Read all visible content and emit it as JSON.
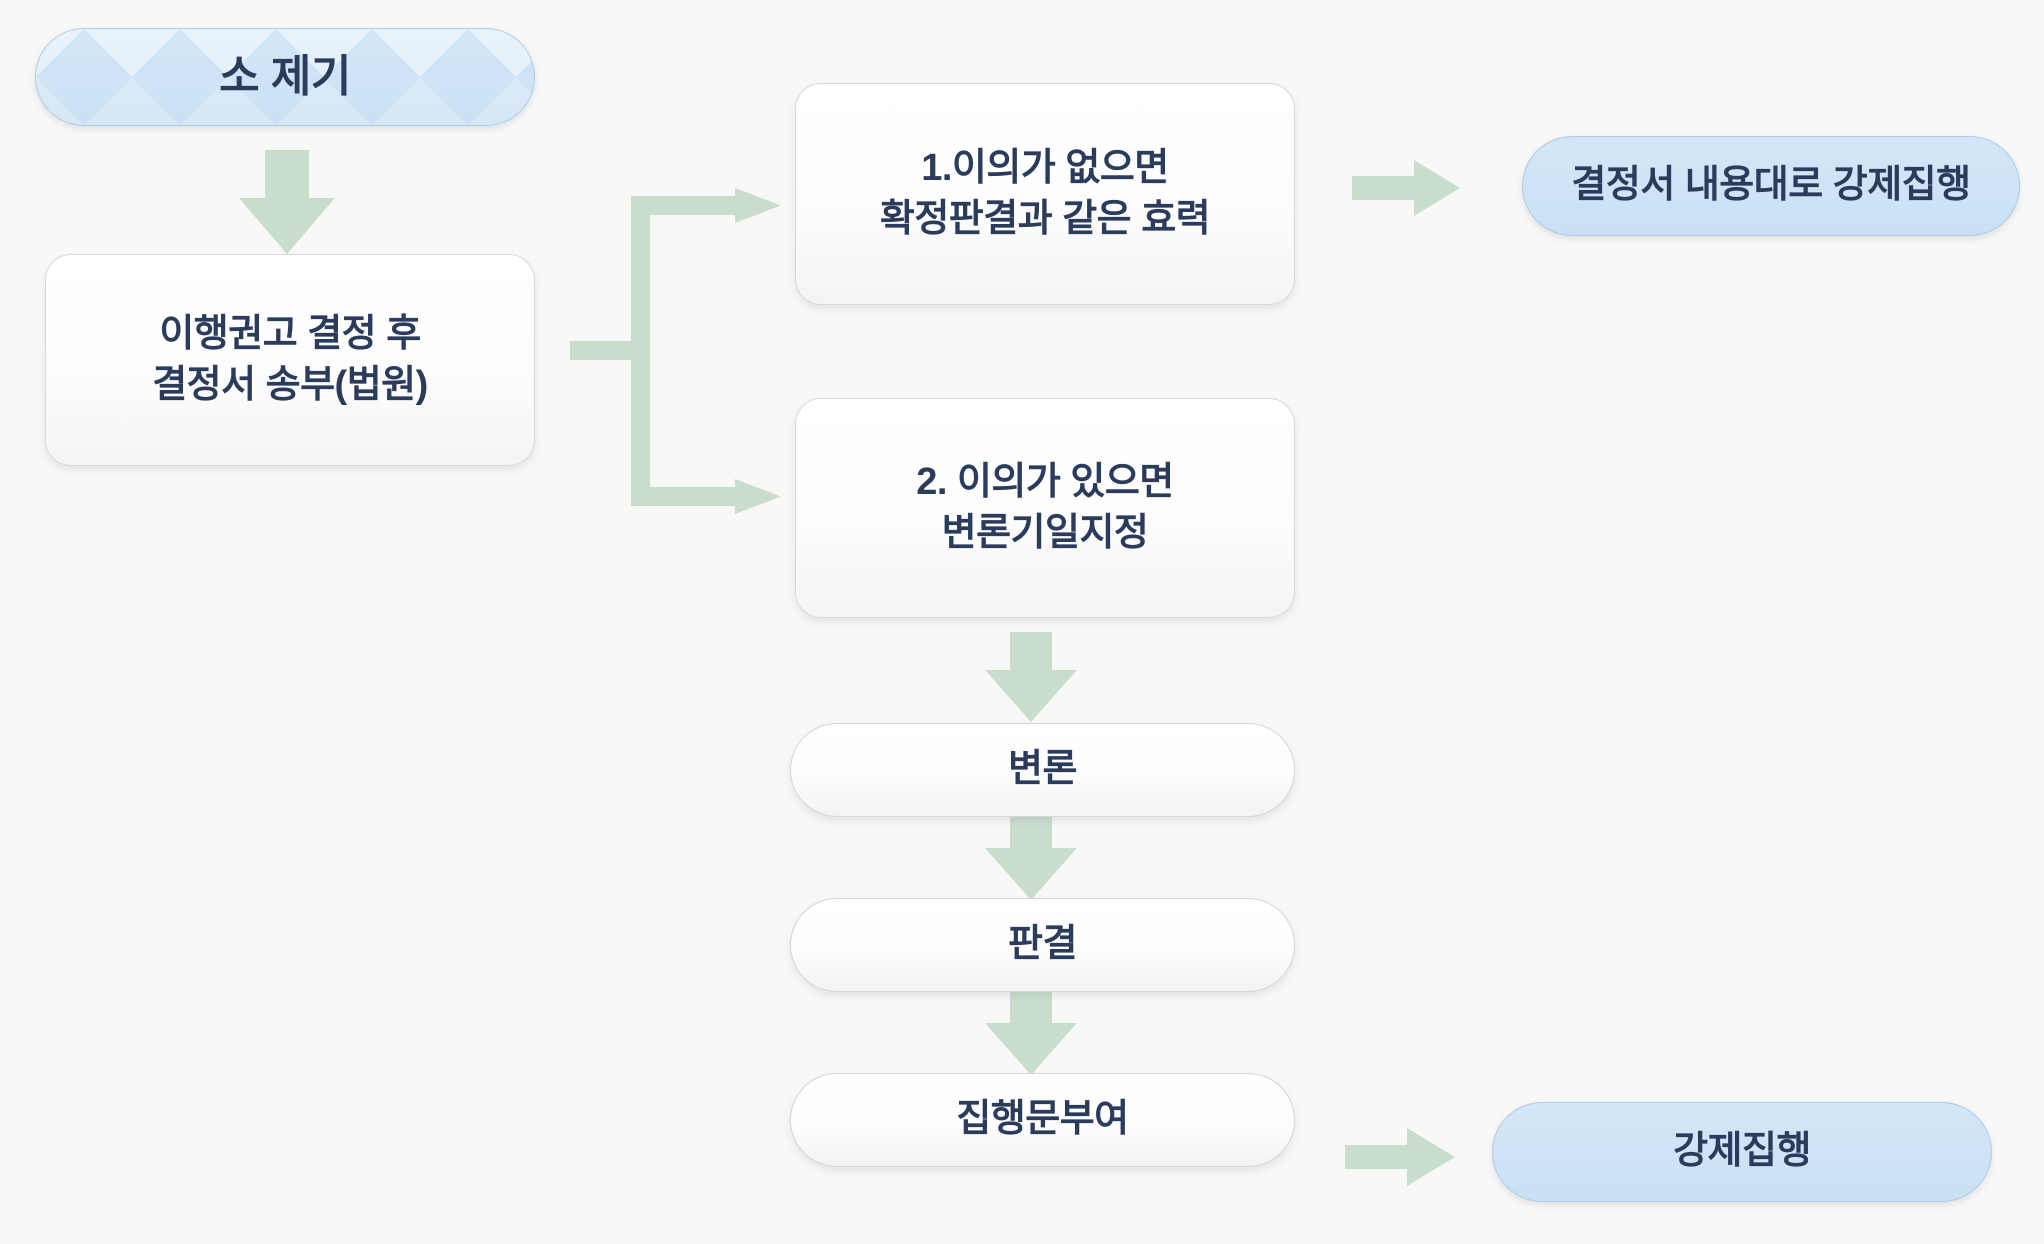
{
  "diagram": {
    "title_implicit": "소액사건 이행권고결정 절차 흐름도",
    "background_color": "#f8f8f7",
    "accent_blue": "#cfe4f6",
    "accent_blue_border": "#aecbe4",
    "arrow_green": "#c9ddcd",
    "text_color": "#2b3b5c",
    "box_white": "#ffffff",
    "box_border": "#d9d9d7"
  },
  "nodes": {
    "start": {
      "label": "소 제기",
      "shape": "pill-blue"
    },
    "decision_sent": {
      "line1": "이행권고 결정 후",
      "line2": "결정서 송부(법원)",
      "shape": "box-white"
    },
    "branch_no_objection": {
      "line1": "1.이의가 없으면",
      "line2": "확정판결과 같은 효력",
      "shape": "box-white"
    },
    "enforce_by_decision": {
      "label": "결정서 내용대로 강제집행",
      "shape": "pill-blue"
    },
    "branch_objection": {
      "line1": "2. 이의가 있으면",
      "line2": "변론기일지정",
      "shape": "box-white"
    },
    "pleading": {
      "label": "변론",
      "shape": "pill-white"
    },
    "judgment": {
      "label": "판결",
      "shape": "pill-white"
    },
    "execution_clause": {
      "label": "집행문부여",
      "shape": "pill-white"
    },
    "compulsory_execution": {
      "label": "강제집행",
      "shape": "pill-blue"
    }
  },
  "connectors": [
    {
      "name": "start-to-decision",
      "type": "arrow-down"
    },
    {
      "name": "decision-to-branches",
      "type": "split-right"
    },
    {
      "name": "no-objection-to-enforce",
      "type": "arrow-right"
    },
    {
      "name": "objection-to-pleading",
      "type": "arrow-down"
    },
    {
      "name": "pleading-to-judgment",
      "type": "arrow-down"
    },
    {
      "name": "judgment-to-execution-clause",
      "type": "arrow-down"
    },
    {
      "name": "execution-clause-to-execution",
      "type": "arrow-right"
    }
  ]
}
